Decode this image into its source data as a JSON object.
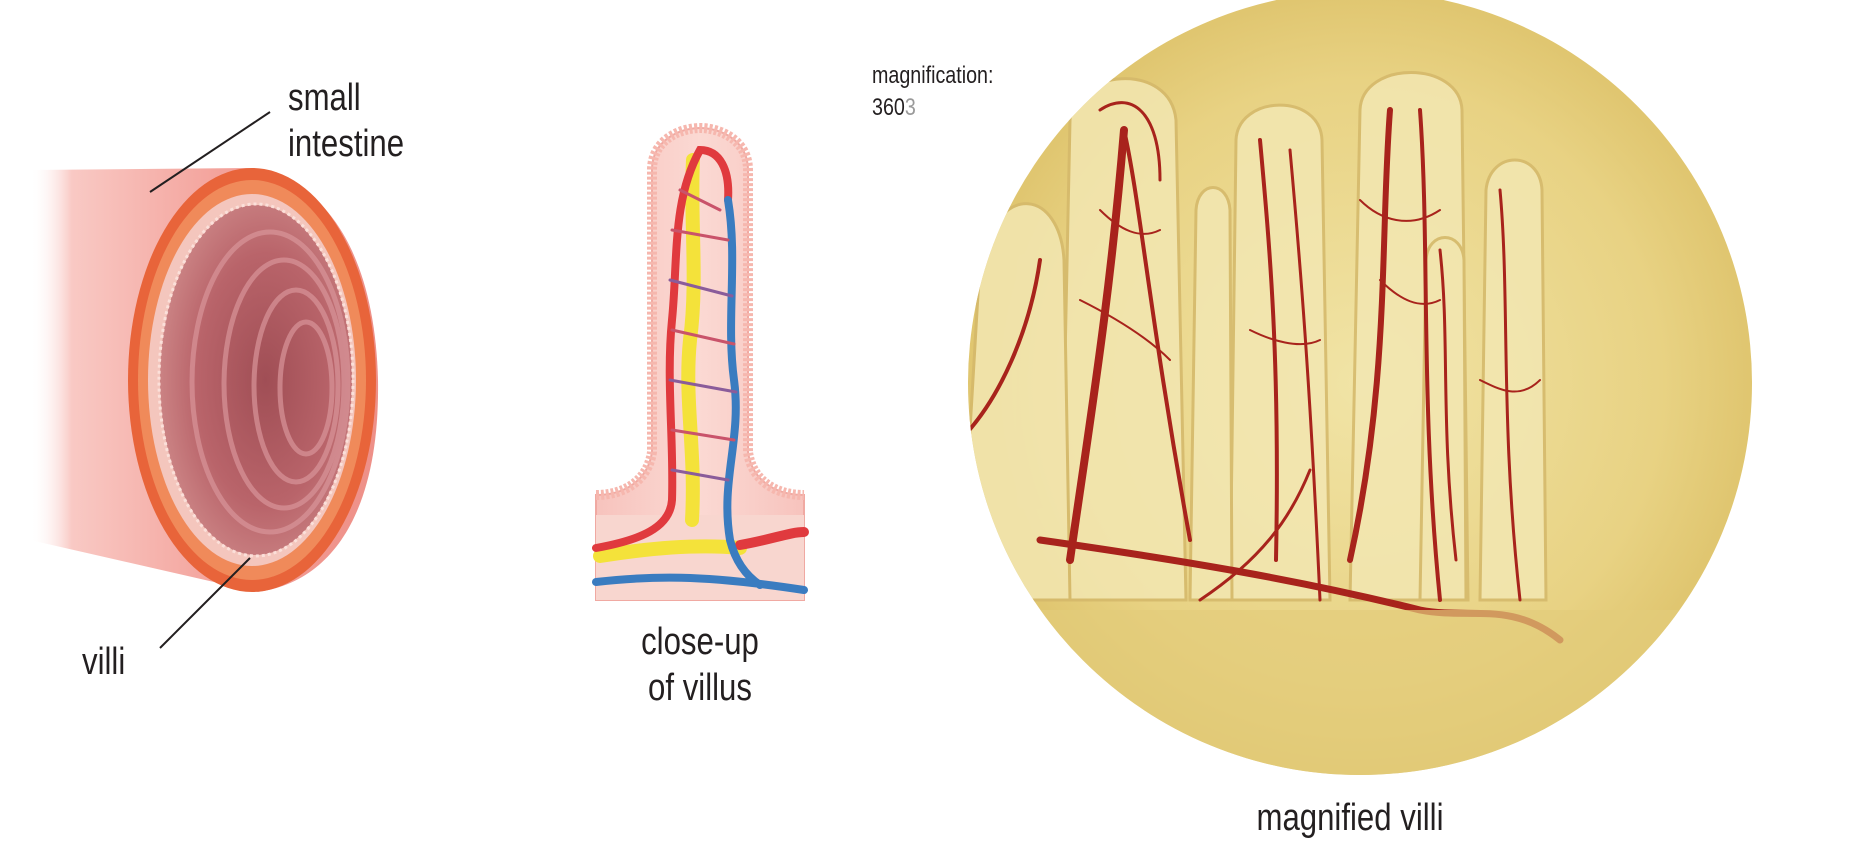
{
  "labels": {
    "small_intestine": [
      "small",
      "intestine"
    ],
    "villi": "villi",
    "close_up": [
      "close-up",
      "of villus"
    ],
    "magnification_label": "magnification:",
    "magnification_value": "360",
    "magnification_suffix": "3",
    "magnified_villi": "magnified villi"
  },
  "colors": {
    "tube_outer": "#f4a6a0",
    "tube_rim": "#e8643a",
    "tube_inner": "#b85a5e",
    "artery": "#e03a3e",
    "vein": "#3a7cc0",
    "lacteal": "#f4e23a",
    "micrograph_bg": "#e9d68a",
    "micrograph_vessel": "#a8231c"
  }
}
